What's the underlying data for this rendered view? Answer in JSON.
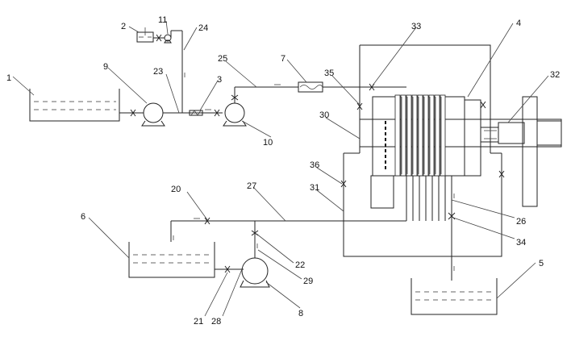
{
  "diagram": {
    "labels": [
      "1",
      "2",
      "3",
      "4",
      "5",
      "6",
      "7",
      "8",
      "9",
      "10",
      "11",
      "20",
      "21",
      "22",
      "23",
      "24",
      "25",
      "26",
      "27",
      "28",
      "29",
      "30",
      "31",
      "32",
      "33",
      "34",
      "35",
      "36"
    ]
  }
}
